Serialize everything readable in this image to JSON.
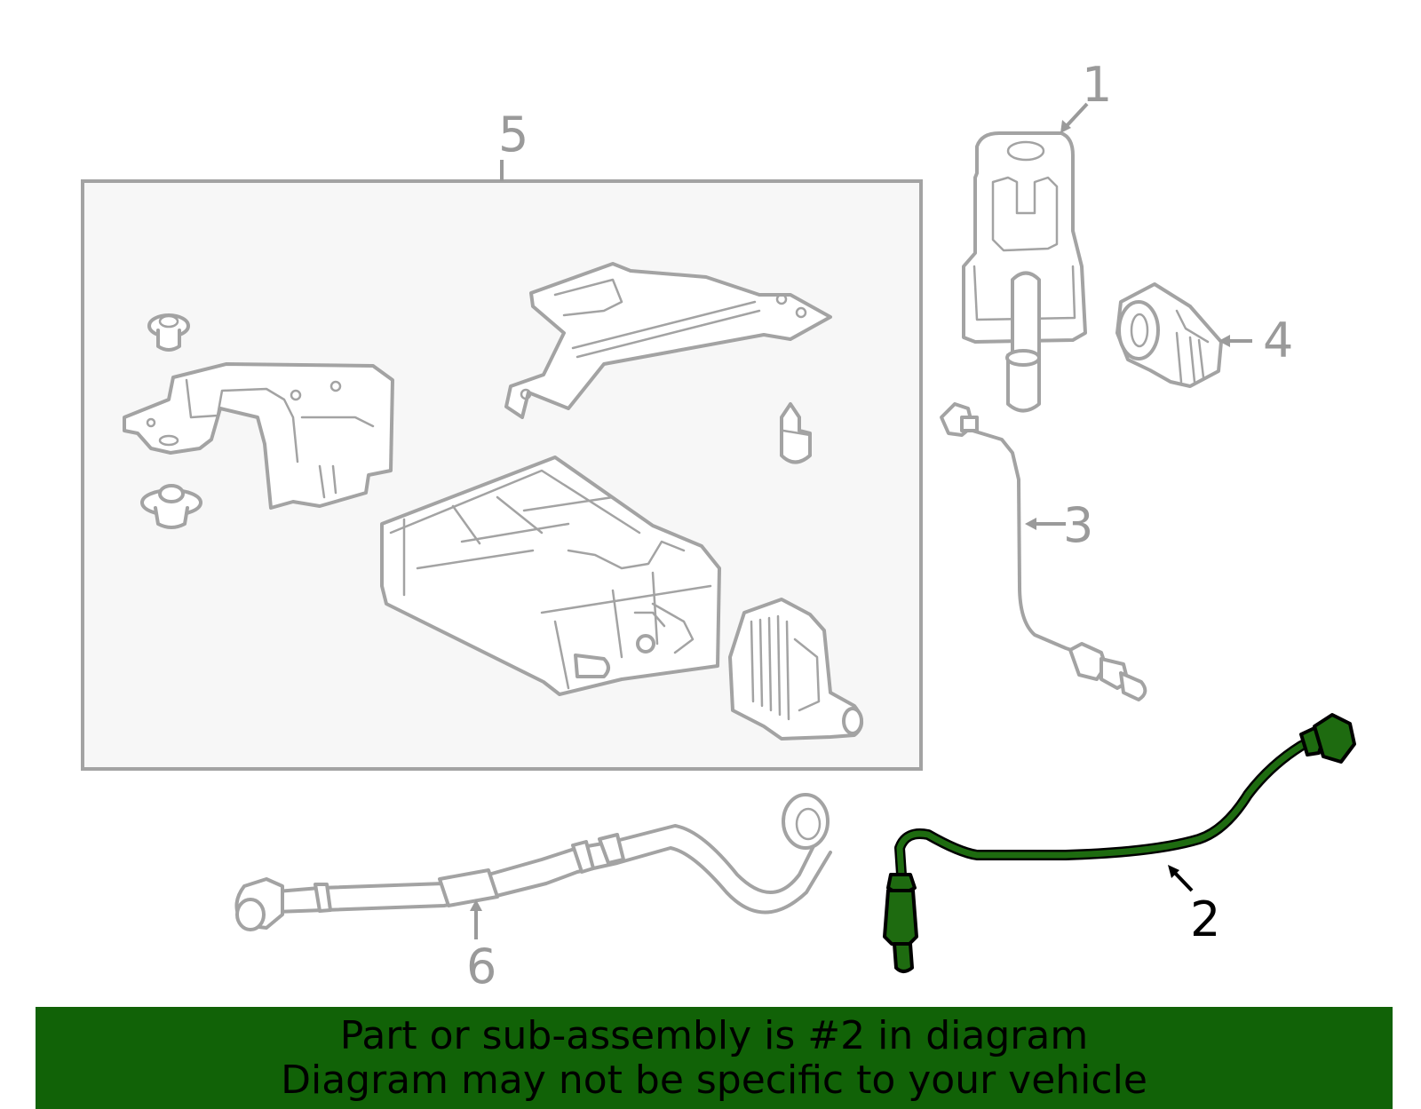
{
  "callouts": {
    "c1": "1",
    "c2": "2",
    "c3": "3",
    "c4": "4",
    "c5": "5",
    "c6": "6"
  },
  "highlight_color": "#116207",
  "highlighted_part": "2",
  "banner": {
    "line1": "Part or sub-assembly is #2 in diagram",
    "line2": "Diagram may not be specific to your vehicle"
  }
}
